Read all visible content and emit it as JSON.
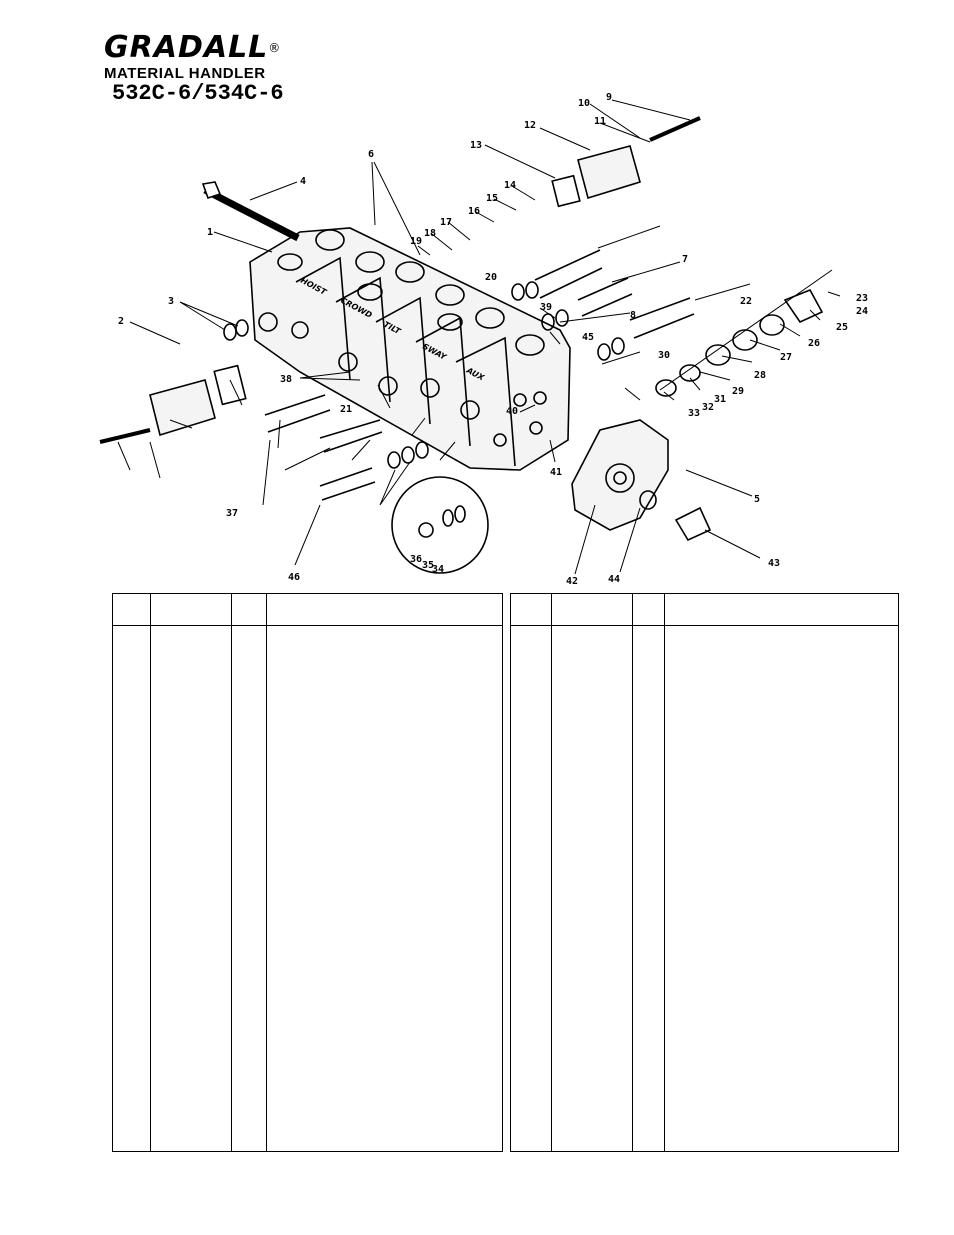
{
  "header": {
    "brand": "GRADALL",
    "registered": "®",
    "subtitle": "MATERIAL HANDLER",
    "model": "532C-6/534C-6"
  },
  "diagram": {
    "section_labels": [
      "HOIST",
      "CROWD",
      "TILT",
      "SWAY",
      "AUX"
    ],
    "callouts": [
      "1",
      "2",
      "3",
      "4",
      "5",
      "6",
      "7",
      "8",
      "9",
      "10",
      "11",
      "12",
      "13",
      "14",
      "15",
      "16",
      "17",
      "18",
      "19",
      "20",
      "21",
      "22",
      "23",
      "24",
      "25",
      "26",
      "27",
      "28",
      "29",
      "30",
      "31",
      "32",
      "33",
      "34",
      "35",
      "36",
      "37",
      "38",
      "39",
      "40",
      "41",
      "42",
      "43",
      "44",
      "45",
      "46"
    ]
  },
  "parts_tables": [
    {
      "rows": []
    },
    {
      "rows": []
    }
  ]
}
